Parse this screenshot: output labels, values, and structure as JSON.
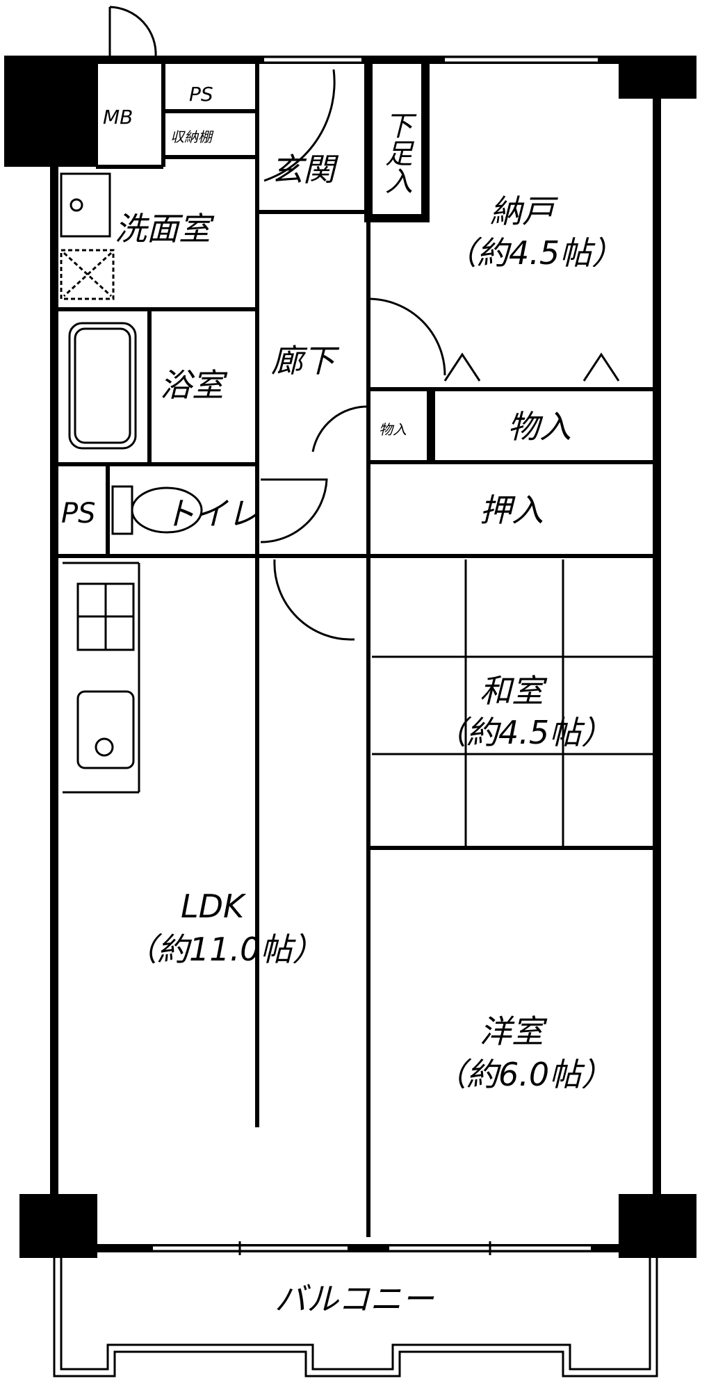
{
  "rooms": {
    "mb": "MB",
    "ps_top": "PS",
    "storage_small": "収納棚",
    "genkan": "玄関",
    "geta": "下足入",
    "nando": "納戸",
    "nando_size": "（約4.5帖）",
    "senmen": "洗面室",
    "yoku": "浴室",
    "rouka": "廊下",
    "monoire_small": "物入",
    "monoire": "物入",
    "ps_toilet": "PS",
    "toilet": "トイレ",
    "oshiire": "押入",
    "washitsu": "和室",
    "washitsu_size": "（約4.5帖）",
    "ldk": "LDK",
    "ldk_size": "（約11.0帖）",
    "youshitsu": "洋室",
    "youshitsu_size": "（約6.0帖）",
    "balcony": "バルコニー"
  }
}
